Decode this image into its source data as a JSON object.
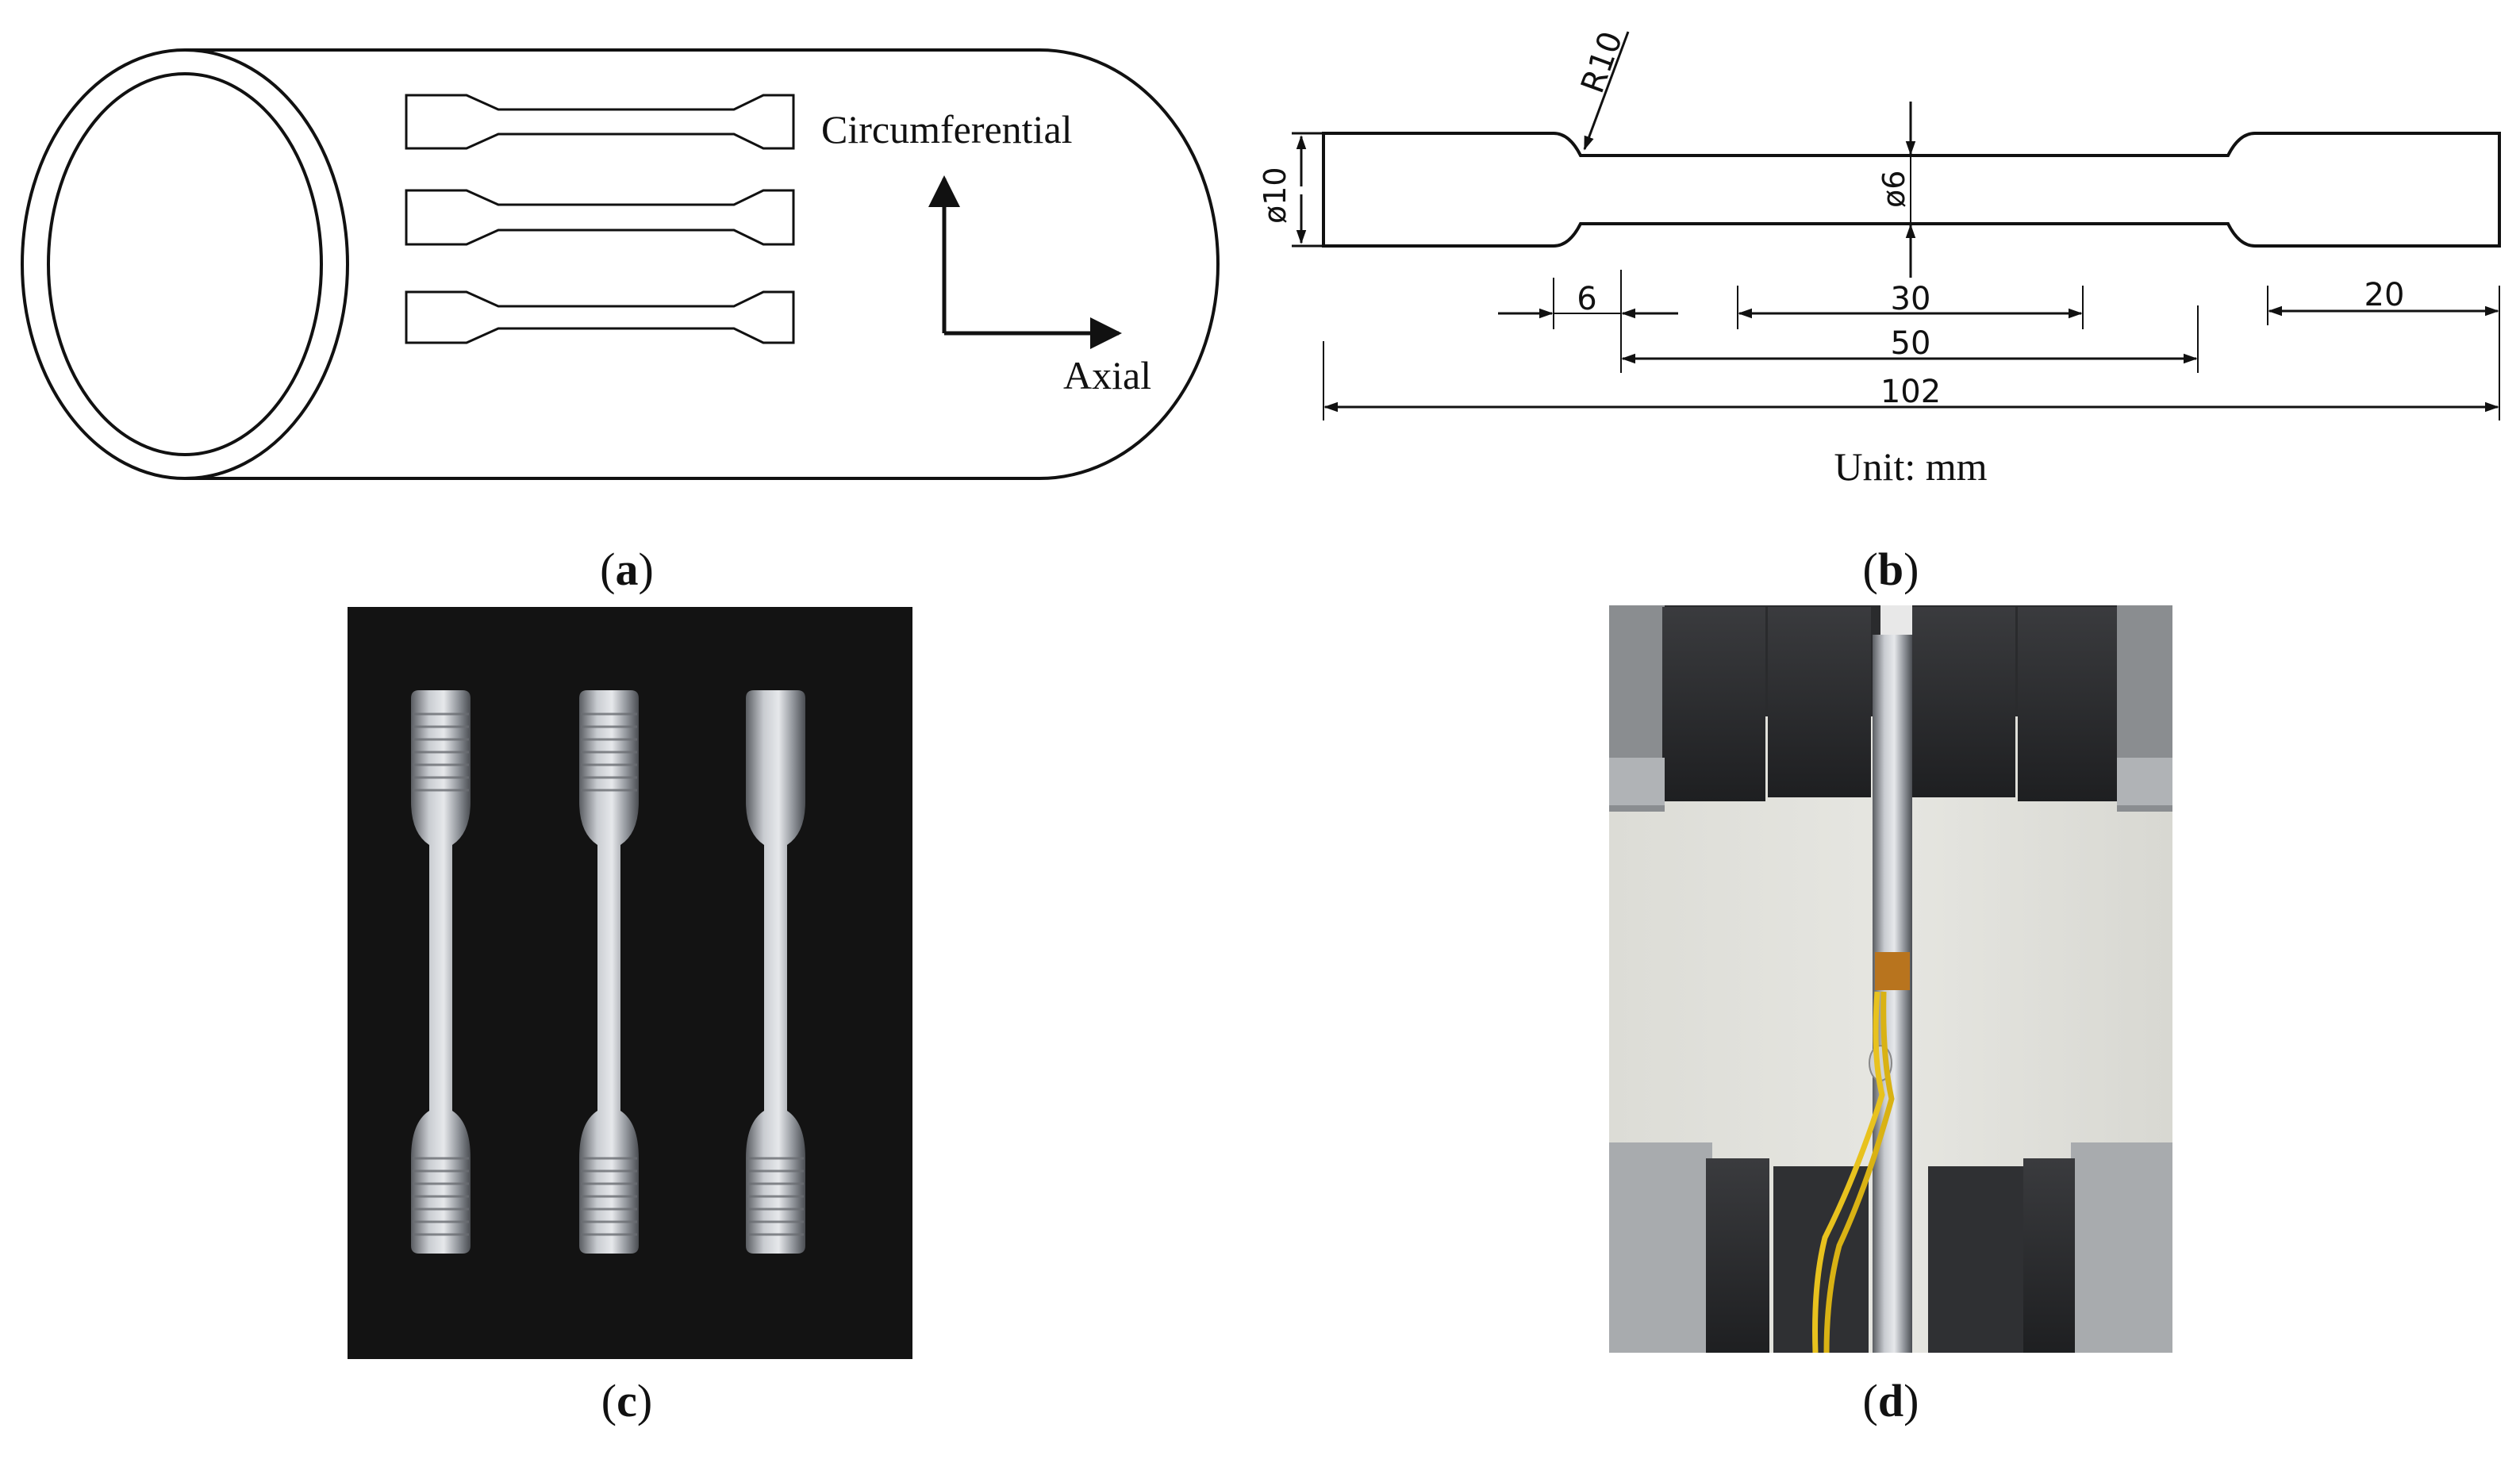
{
  "panel_a": {
    "label": "(a)",
    "label_letter": "a",
    "direction_labels": {
      "circumferential": "Circumferential",
      "axial": "Axial"
    },
    "specimen_count": 3
  },
  "panel_b": {
    "label": "(b)",
    "label_letter": "b",
    "dimensions": {
      "fillet_radius": "R10",
      "grip_diameter": "ø10",
      "gauge_diameter": "ø6",
      "transition": "6",
      "gauge_length": "30",
      "reduced_section": "50",
      "grip_length": "20",
      "total_length": "102"
    },
    "unit_note": "Unit: mm"
  },
  "panel_c": {
    "label": "(c)",
    "label_letter": "c",
    "specimen_count": 3
  },
  "panel_d": {
    "label": "(d)",
    "label_letter": "d",
    "wire_color": "#e8c21e"
  }
}
